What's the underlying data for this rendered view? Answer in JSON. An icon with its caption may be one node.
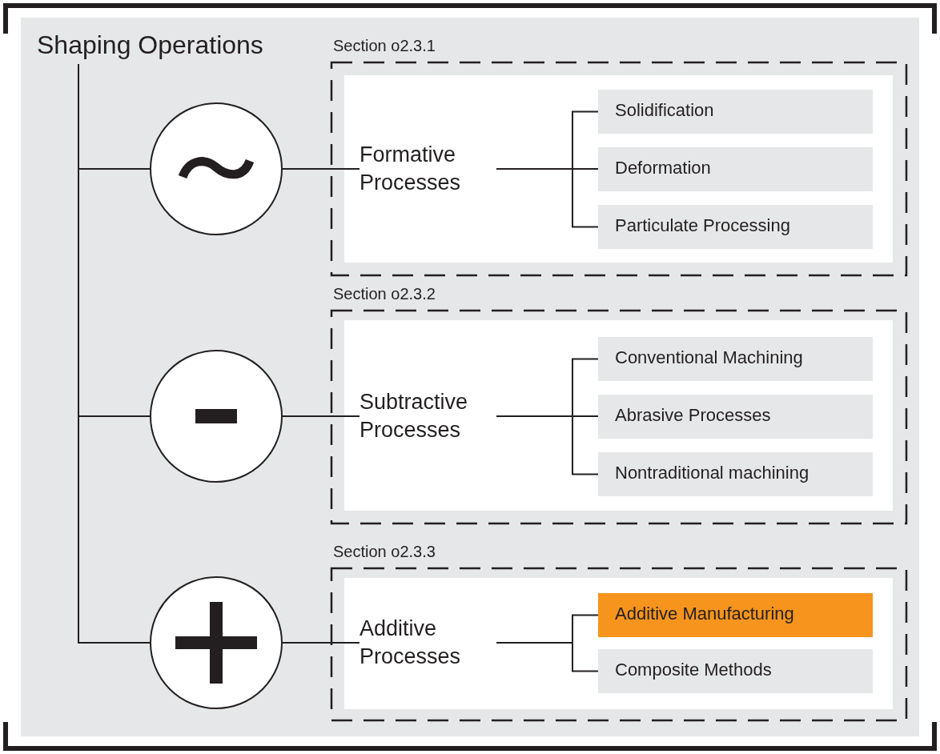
{
  "diagram": {
    "nodes": [
      {
        "text": [
          "Shaping Operations"
        ]
      },
      {
        "text": [],
        "shape": "circle"
      },
      {
        "text": [
          "Section o2.3.1"
        ]
      },
      {
        "text": [],
        "shape": "box",
        "in": 2
      },
      {
        "text": [
          "Formative Processes"
        ],
        "in": 3
      },
      {
        "text": [
          "Solidification"
        ],
        "in": 3
      },
      {
        "text": [
          "Deformation"
        ],
        "in": 3
      },
      {
        "text": [
          "Particulate Processing"
        ],
        "in": 3
      },
      {
        "text": [],
        "shape": "circle"
      },
      {
        "text": [
          "Section o2.3.2"
        ]
      },
      {
        "text": [],
        "shape": "box",
        "in": 9
      },
      {
        "text": [
          "Subtractive Processes"
        ],
        "in": 10
      },
      {
        "text": [
          "Conventional Machining"
        ],
        "in": 10
      },
      {
        "text": [
          "Abrasive Processes"
        ],
        "in": 10
      },
      {
        "text": [
          "Nontraditional machining"
        ],
        "in": 10
      },
      {
        "text": [],
        "shape": "circle"
      },
      {
        "text": [
          "Section o2.3.3"
        ]
      },
      {
        "text": [],
        "shape": "box",
        "in": 16
      },
      {
        "text": [
          "Additive Processes"
        ],
        "in": 17
      },
      {
        "text": [
          "Additive Manufacturing"
        ],
        "in": 17
      },
      {
        "text": [
          "Composite Methods"
        ],
        "in": 17
      }
    ],
    "edges": [
      {
        "from": 0,
        "to": 1,
        "arrow": "none"
      },
      {
        "from": 0,
        "to": 8,
        "arrow": "none"
      },
      {
        "from": 0,
        "to": 15,
        "arrow": "none"
      },
      {
        "from": 1,
        "to": 4,
        "arrow": "none"
      },
      {
        "from": 4,
        "to": 5,
        "arrow": "none"
      },
      {
        "from": 4,
        "to": 6,
        "arrow": "none"
      },
      {
        "from": 4,
        "to": 7,
        "arrow": "none"
      },
      {
        "from": 8,
        "to": 11,
        "arrow": "none"
      },
      {
        "from": 11,
        "to": 12,
        "arrow": "none"
      },
      {
        "from": 11,
        "to": 13,
        "arrow": "none"
      },
      {
        "from": 11,
        "to": 14,
        "arrow": "none"
      },
      {
        "from": 15,
        "to": 18,
        "arrow": "none"
      },
      {
        "from": 18,
        "to": 19,
        "arrow": "none"
      },
      {
        "from": 18,
        "to": 20,
        "arrow": "none"
      }
    ]
  }
}
